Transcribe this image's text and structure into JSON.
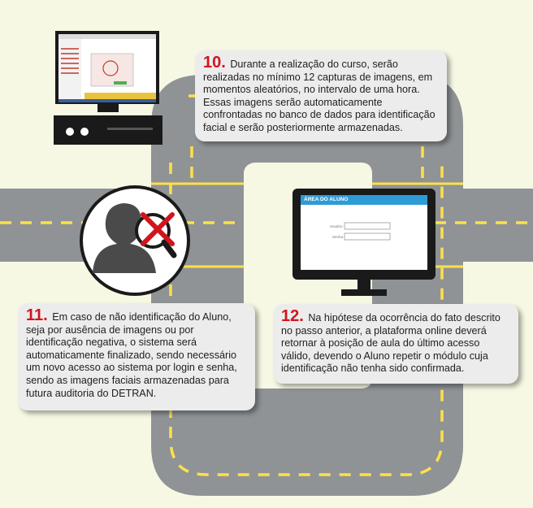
{
  "colors": {
    "background": "#f7f8e4",
    "road": "#8f9396",
    "lane_marking": "#ffe04a",
    "card_background": "#ececec",
    "step_number": "#d3141b",
    "login_header": "#2e9bd6",
    "forbidden_mark": "#d3141b"
  },
  "steps": [
    {
      "number": "10.",
      "text": "Durante a realização do curso, serão realizadas no mínimo 12 capturas de imagens, em momentos aleatórios, no intervalo de uma hora. Essas imagens serão automaticamente confrontadas no banco de dados para identificação facial e serão posteriormente armazenadas."
    },
    {
      "number": "11.",
      "text": "Em caso de não identificação do Aluno, seja por ausência de imagens ou por identificação negativa, o sistema será automaticamente finalizado, sendo necessário um novo acesso ao sistema por login e senha, sendo as imagens faciais armazenadas para futura auditoria do DETRAN."
    },
    {
      "number": "12.",
      "text": "Na hipótese da ocorrência do fato descrito no passo anterior, a plataforma online deverá retornar à posição de aula do último acesso válido, devendo o Aluno repetir o módulo cuja identificação não tenha sido confirmada."
    }
  ],
  "login_screen": {
    "header": "ÁREA DO ALUNO",
    "user_label": "Usuário",
    "password_label": "Senha"
  },
  "icons": {
    "desktop": "desktop-computer-icon",
    "face_not_found": "magnifier-face-cross-icon",
    "login_monitor": "monitor-login-icon"
  }
}
